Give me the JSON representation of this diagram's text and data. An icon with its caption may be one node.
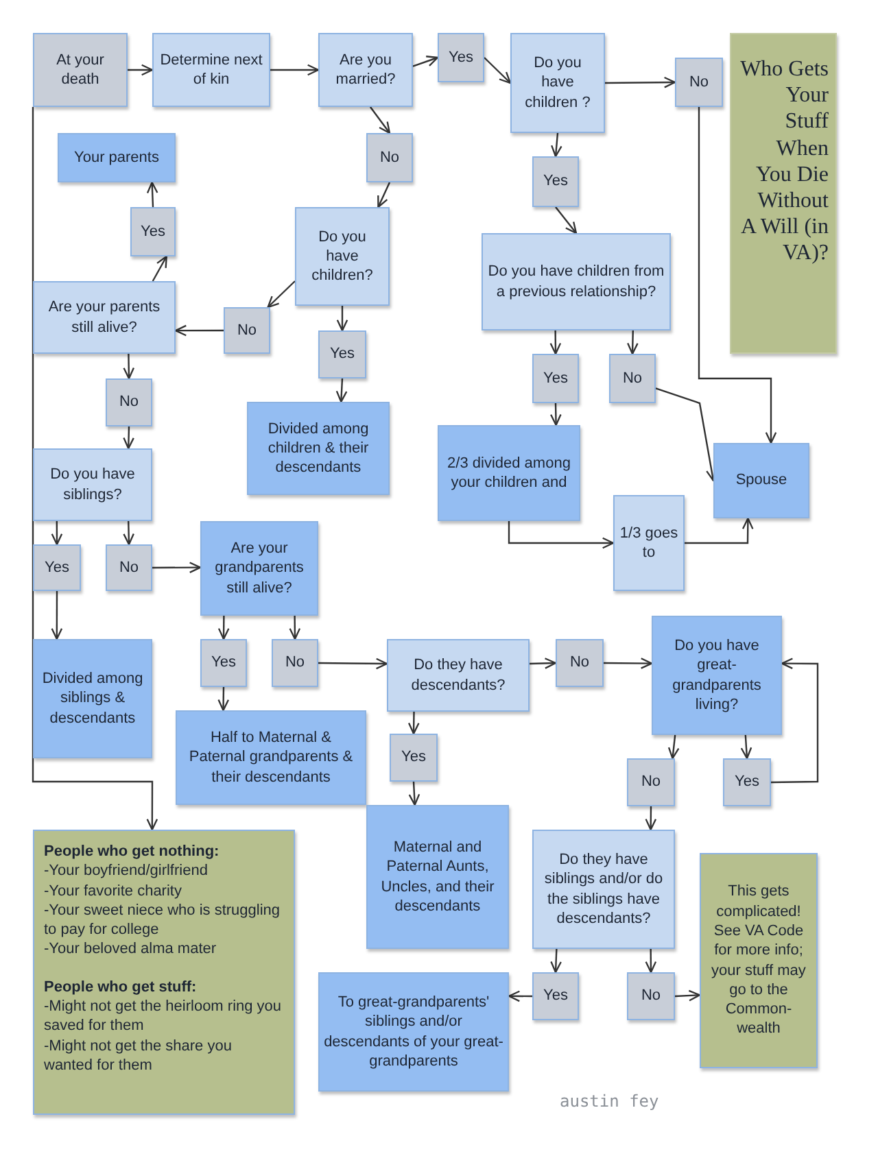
{
  "diagram": {
    "title": "Who Gets Your Stuff When You Die Without A Will (in VA)?",
    "nodes": [
      {
        "text": [
          "At your death"
        ]
      },
      {
        "text": [
          "Determine next of kin"
        ]
      },
      {
        "text": [
          "Are you married?"
        ]
      },
      {
        "text": [
          "Yes"
        ]
      },
      {
        "text": [
          "Do you have children ?"
        ]
      },
      {
        "text": [
          "No"
        ]
      },
      {
        "text": [
          "No"
        ]
      },
      {
        "text": [
          "Your parents"
        ]
      },
      {
        "text": [
          "Yes"
        ]
      },
      {
        "text": [
          "Do you have children?"
        ]
      },
      {
        "text": [
          "Yes"
        ]
      },
      {
        "text": [
          "Do you have children from a previous relationship?"
        ]
      },
      {
        "text": [
          "Are your parents still alive?"
        ]
      },
      {
        "text": [
          "No"
        ]
      },
      {
        "text": [
          "Yes"
        ]
      },
      {
        "text": [
          "Yes"
        ]
      },
      {
        "text": [
          "No"
        ]
      },
      {
        "text": [
          "No"
        ]
      },
      {
        "text": [
          "Divided among children & their descendants"
        ]
      },
      {
        "text": [
          "2/3 divided among your children and"
        ]
      },
      {
        "text": [
          "Spouse"
        ]
      },
      {
        "text": [
          "Do you have siblings?"
        ]
      },
      {
        "text": [
          "Yes"
        ]
      },
      {
        "text": [
          "No"
        ]
      },
      {
        "text": [
          "Are your grandparents still alive?"
        ]
      },
      {
        "text": [
          "1/3 goes to"
        ]
      },
      {
        "text": [
          "Yes"
        ]
      },
      {
        "text": [
          "No"
        ]
      },
      {
        "text": [
          "Do they have descendants?"
        ]
      },
      {
        "text": [
          "No"
        ]
      },
      {
        "text": [
          "Do you have great-grandparents living?"
        ]
      },
      {
        "text": [
          "Divided among siblings & descendants"
        ]
      },
      {
        "text": [
          "Half to Maternal & Paternal grandparents & their descendants"
        ]
      },
      {
        "text": [
          "Yes"
        ]
      },
      {
        "text": [
          "No"
        ]
      },
      {
        "text": [
          "Yes"
        ]
      },
      {
        "text": [
          "Maternal and Paternal Aunts, Uncles, and their descendants"
        ]
      },
      {
        "text": [
          "Do they have siblings and/or do the siblings have descendants?"
        ]
      },
      {
        "text": [
          "People who get nothing:",
          "-Your boyfriend/girlfriend",
          "-Your favorite charity",
          "-Your sweet niece who is struggling to pay for college",
          "-Your beloved alma mater",
          "People who get stuff:",
          "-Might not get the heirloom ring you saved for them",
          "-Might not get the share you wanted for them"
        ]
      },
      {
        "text": [
          "This gets complicated! See VA Code for more info; your stuff may go to the Common-wealth"
        ]
      },
      {
        "text": [
          "Yes"
        ]
      },
      {
        "text": [
          "No"
        ]
      },
      {
        "text": [
          "To great-grandparents' siblings and/or descendants of your great-grandparents"
        ]
      }
    ],
    "edges": [
      {
        "from": 0,
        "to": 1,
        "arrow": "to"
      },
      {
        "from": 1,
        "to": 2,
        "arrow": "to"
      },
      {
        "from": 2,
        "to": 3,
        "arrow": "to"
      },
      {
        "from": 3,
        "to": 4,
        "arrow": "to"
      },
      {
        "from": 4,
        "to": 5,
        "arrow": "to"
      },
      {
        "from": 5,
        "to": 20,
        "arrow": "to"
      },
      {
        "from": 2,
        "to": 6,
        "arrow": "to"
      },
      {
        "from": 6,
        "to": 9,
        "arrow": "to"
      },
      {
        "from": 9,
        "to": 13,
        "arrow": "to"
      },
      {
        "from": 13,
        "to": 12,
        "arrow": "to"
      },
      {
        "from": 12,
        "to": 8,
        "arrow": "to"
      },
      {
        "from": 8,
        "to": 7,
        "arrow": "to"
      },
      {
        "from": 9,
        "to": 14,
        "arrow": "to"
      },
      {
        "from": 14,
        "to": 18,
        "arrow": "to"
      },
      {
        "from": 4,
        "to": 10,
        "arrow": "to"
      },
      {
        "from": 10,
        "to": 11,
        "arrow": "to"
      },
      {
        "from": 11,
        "to": 15,
        "arrow": "to"
      },
      {
        "from": 11,
        "to": 16,
        "arrow": "to"
      },
      {
        "from": 16,
        "to": 20,
        "arrow": "to"
      },
      {
        "from": 15,
        "to": 19,
        "arrow": "to"
      },
      {
        "from": 19,
        "to": 25,
        "arrow": "to"
      },
      {
        "from": 25,
        "to": 20,
        "arrow": "to"
      },
      {
        "from": 12,
        "to": 17,
        "arrow": "to"
      },
      {
        "from": 17,
        "to": 21,
        "arrow": "to"
      },
      {
        "from": 21,
        "to": 22,
        "arrow": "to"
      },
      {
        "from": 21,
        "to": 23,
        "arrow": "to"
      },
      {
        "from": 22,
        "to": 31,
        "arrow": "to"
      },
      {
        "from": 23,
        "to": 24,
        "arrow": "to"
      },
      {
        "from": 24,
        "to": 26,
        "arrow": "to"
      },
      {
        "from": 24,
        "to": 27,
        "arrow": "to"
      },
      {
        "from": 26,
        "to": 32,
        "arrow": "to"
      },
      {
        "from": 27,
        "to": 28,
        "arrow": "to"
      },
      {
        "from": 28,
        "to": 29,
        "arrow": "to"
      },
      {
        "from": 29,
        "to": 30,
        "arrow": "to"
      },
      {
        "from": 28,
        "to": 33,
        "arrow": "to"
      },
      {
        "from": 33,
        "to": 36,
        "arrow": "to"
      },
      {
        "from": 30,
        "to": 34,
        "arrow": "to"
      },
      {
        "from": 30,
        "to": 35,
        "arrow": "to"
      },
      {
        "from": 35,
        "to": 30,
        "arrow": "to"
      },
      {
        "from": 34,
        "to": 37,
        "arrow": "to"
      },
      {
        "from": 37,
        "to": 40,
        "arrow": "to"
      },
      {
        "from": 37,
        "to": 41,
        "arrow": "to"
      },
      {
        "from": 40,
        "to": 42,
        "arrow": "to"
      },
      {
        "from": 41,
        "to": 39,
        "arrow": "to"
      },
      {
        "from": 0,
        "to": 38,
        "arrow": "to"
      }
    ],
    "labels": [
      "austin fey"
    ]
  }
}
